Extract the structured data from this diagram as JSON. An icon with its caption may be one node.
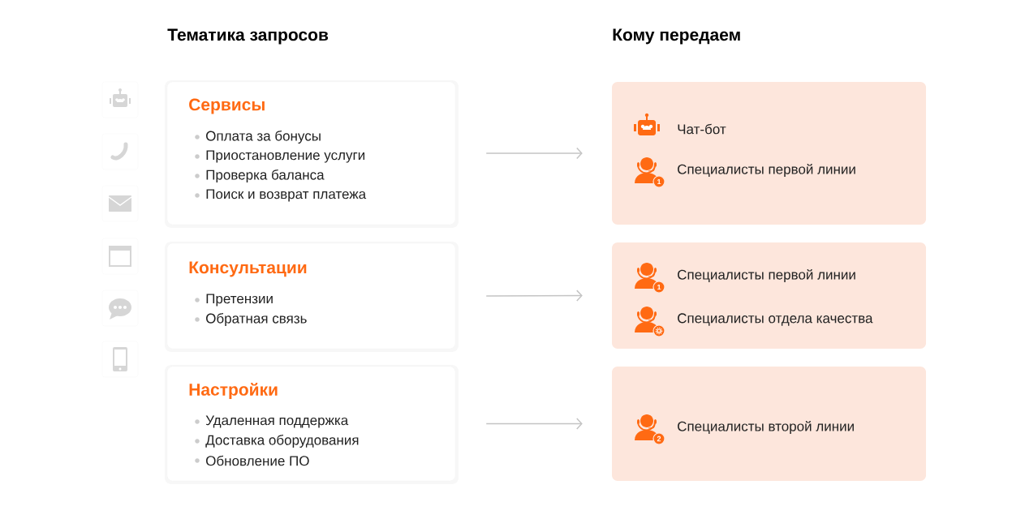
{
  "diagram": {
    "nodes": [
      {
        "text": [
          "Сервисы",
          "Оплата за бонусы",
          "Приостановление услуги",
          "Проверка баланса",
          "Поиск и возврат платежа"
        ]
      },
      {
        "text": [
          "Консультации",
          "Претензии",
          "Обратная связь"
        ]
      },
      {
        "text": [
          "Настройки",
          "Удаленная поддержка",
          "Доставка оборудования",
          "Обновление ПО"
        ]
      },
      {
        "text": [
          "Чат-бот",
          "Специалисты первой линии"
        ]
      },
      {
        "text": [
          "Специалисты первой линии",
          "Специалисты отдела качества"
        ]
      },
      {
        "text": [
          "Специалисты второй линии"
        ]
      }
    ],
    "edges": [
      {
        "from": 0,
        "to": 3,
        "arrow": "to"
      },
      {
        "from": 1,
        "to": 4,
        "arrow": "to"
      },
      {
        "from": 2,
        "to": 5,
        "arrow": "to"
      }
    ],
    "labels": [
      "Тематика запросов",
      "Кому передаем",
      "1",
      "1",
      "2"
    ]
  }
}
